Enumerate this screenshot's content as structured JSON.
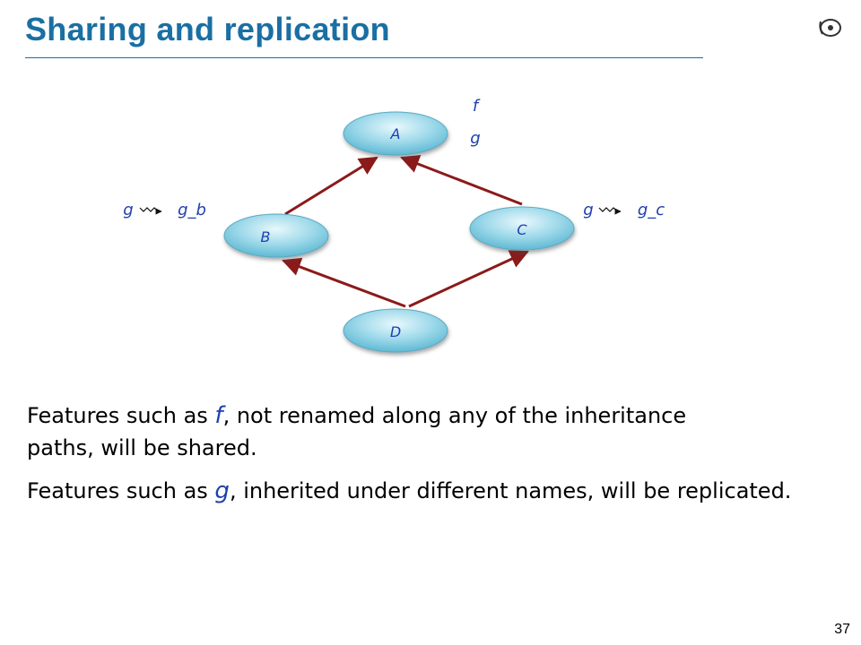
{
  "title": "Sharing and replication",
  "logo_icon": "eiffel-logo-icon",
  "diagram": {
    "nodes": {
      "A": "A",
      "B": "B",
      "C": "C",
      "D": "D"
    },
    "features_A": [
      "f",
      "g"
    ],
    "rename_B": {
      "from": "g",
      "to": "g_b"
    },
    "rename_C": {
      "from": "g",
      "to": "g_c"
    },
    "edge_color": "#8b1a1a",
    "node_color": "#7fd0e6",
    "label_color": "#1f3fae"
  },
  "paragraphs": [
    {
      "before": "Features such as ",
      "feature": "f",
      "after": ", not renamed along any of the inheritance paths, will be shared."
    },
    {
      "before": "Features such as ",
      "feature": "g",
      "after": ", inherited under different names, will be replicated."
    }
  ],
  "page_number": "37"
}
